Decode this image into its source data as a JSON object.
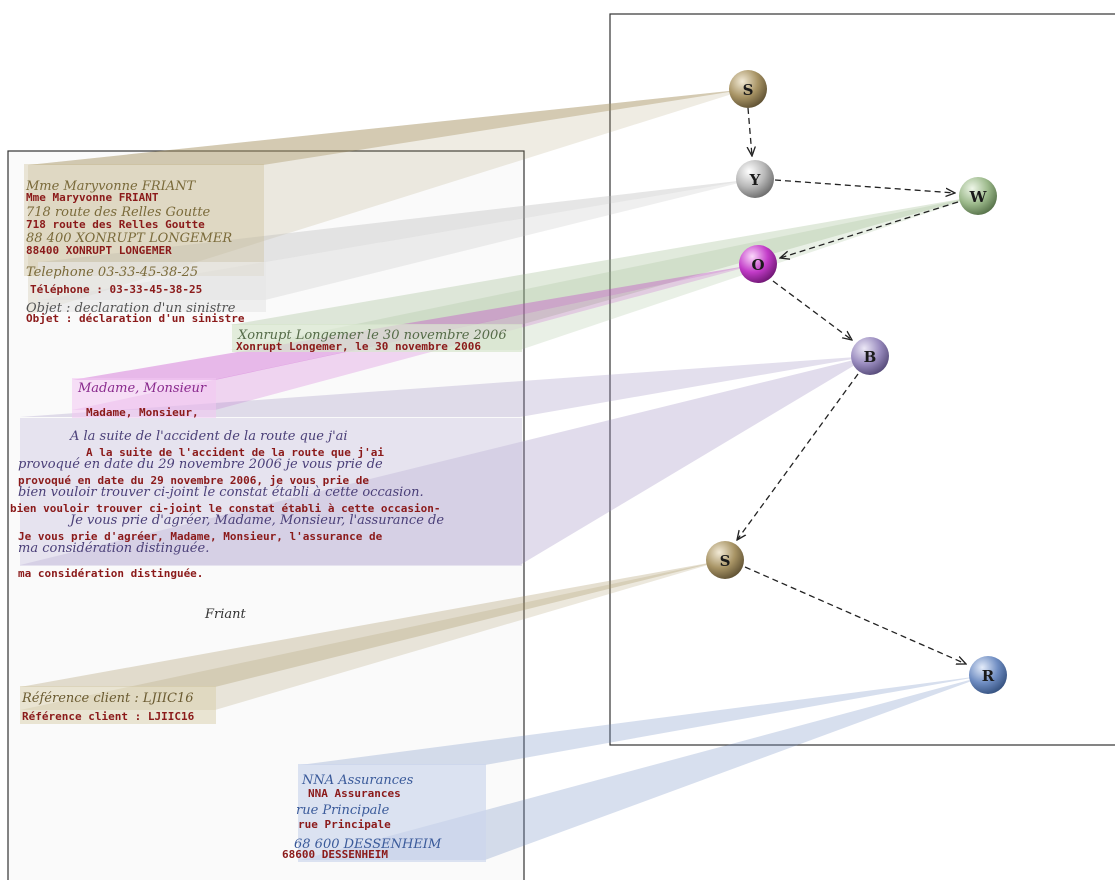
{
  "colors": {
    "header": "#a89465",
    "y_node": "#b8b8b8",
    "w_node": "#9dba8c",
    "o_node": "#c23bc8",
    "b_node": "#9a8cbf",
    "r_node": "#6f8dc2"
  },
  "document": {
    "typed": {
      "sender_name": "Mme Maryvonne FRIANT",
      "sender_street": "718 route des Relles Goutte",
      "sender_city": "88400 XONRUPT LONGEMER",
      "phone": "Téléphone : 03-33-45-38-25",
      "object": "Objet : déclaration d'un sinistre",
      "place_date": "Xonrupt Longemer, le 30 novembre 2006",
      "salutation": "Madame, Monsieur,",
      "body": [
        "A la suite de l'accident de la route que j'ai",
        "provoqué en date du 29 novembre 2006, je vous prie de",
        "bien vouloir trouver ci-joint le constat établi à cette occasion-",
        "Je vous prie d'agréer, Madame, Monsieur, l'assurance de",
        "ma considération distinguée."
      ],
      "reference": "Référence client : LJIIC16",
      "recipient_name": "NNA Assurances",
      "recipient_street": "rue Principale",
      "recipient_city": "68600 DESSENHEIM"
    },
    "handwritten": {
      "sender_name": "Mme Maryvonne FRIANT",
      "sender_street": "718 route des Relles Goutte",
      "sender_city": "88 400 XONRUPT LONGEMER",
      "phone": "Telephone 03-33-45-38-25",
      "object": "Objet : declaration d'un sinistre",
      "place_date": "Xonrupt Longemer le 30 novembre 2006",
      "salutation": "Madame, Monsieur",
      "body": [
        "A la suite de l'accident de la route que j'ai",
        "provoqué en date du 29 novembre 2006 je vous prie de",
        "bien vouloir trouver ci-joint le constat établi à cette occasion.",
        "Je vous prie d'agréer, Madame, Monsieur, l'assurance de",
        "ma considération distinguée."
      ],
      "signature": "Friant",
      "reference": "Référence client : LJIIC16",
      "recipient_name": "NNA Assurances",
      "recipient_street": "rue Principale",
      "recipient_city": "68 600 DESSENHEIM"
    }
  },
  "graph": {
    "nodes": [
      {
        "id": "S1",
        "label": "S",
        "color": "#a89465"
      },
      {
        "id": "Y",
        "label": "Y",
        "color": "#b8b8b8"
      },
      {
        "id": "W",
        "label": "W",
        "color": "#9dba8c"
      },
      {
        "id": "O",
        "label": "O",
        "color": "#c23bc8"
      },
      {
        "id": "B",
        "label": "B",
        "color": "#9a8cbf"
      },
      {
        "id": "S2",
        "label": "S",
        "color": "#a89465"
      },
      {
        "id": "R",
        "label": "R",
        "color": "#6f8dc2"
      }
    ],
    "edges": [
      {
        "from": "S1",
        "to": "Y"
      },
      {
        "from": "Y",
        "to": "W"
      },
      {
        "from": "W",
        "to": "O"
      },
      {
        "from": "O",
        "to": "B"
      },
      {
        "from": "B",
        "to": "S2"
      },
      {
        "from": "S2",
        "to": "R"
      }
    ]
  }
}
